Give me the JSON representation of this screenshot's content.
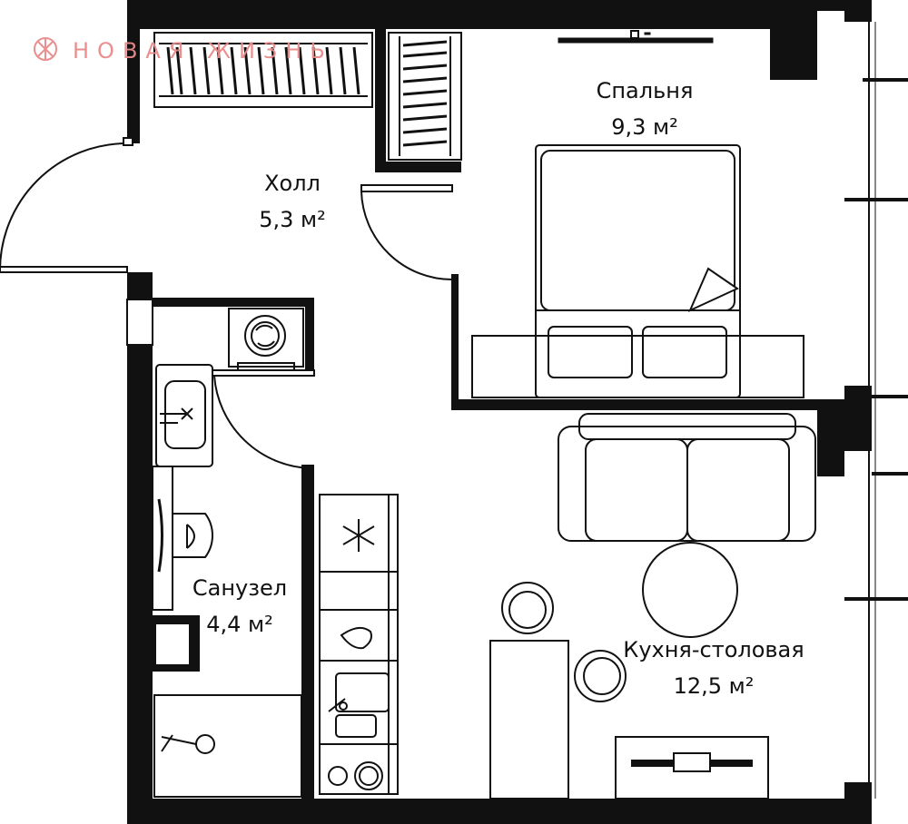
{
  "brand": {
    "logo_text": "НОВАЯ ЖИЗНЬ",
    "color": "#e88a8a"
  },
  "rooms": [
    {
      "id": "hall",
      "name": "Холл",
      "area": "5,3 м²"
    },
    {
      "id": "bedroom",
      "name": "Спальня",
      "area": "9,3 м²"
    },
    {
      "id": "bathroom",
      "name": "Санузел",
      "area": "4,4 м²"
    },
    {
      "id": "kitchen",
      "name": "Кухня-столовая",
      "area": "12,5 м²"
    }
  ],
  "colors": {
    "wall": "#111111",
    "line": "#111111",
    "background": "#ffffff"
  }
}
